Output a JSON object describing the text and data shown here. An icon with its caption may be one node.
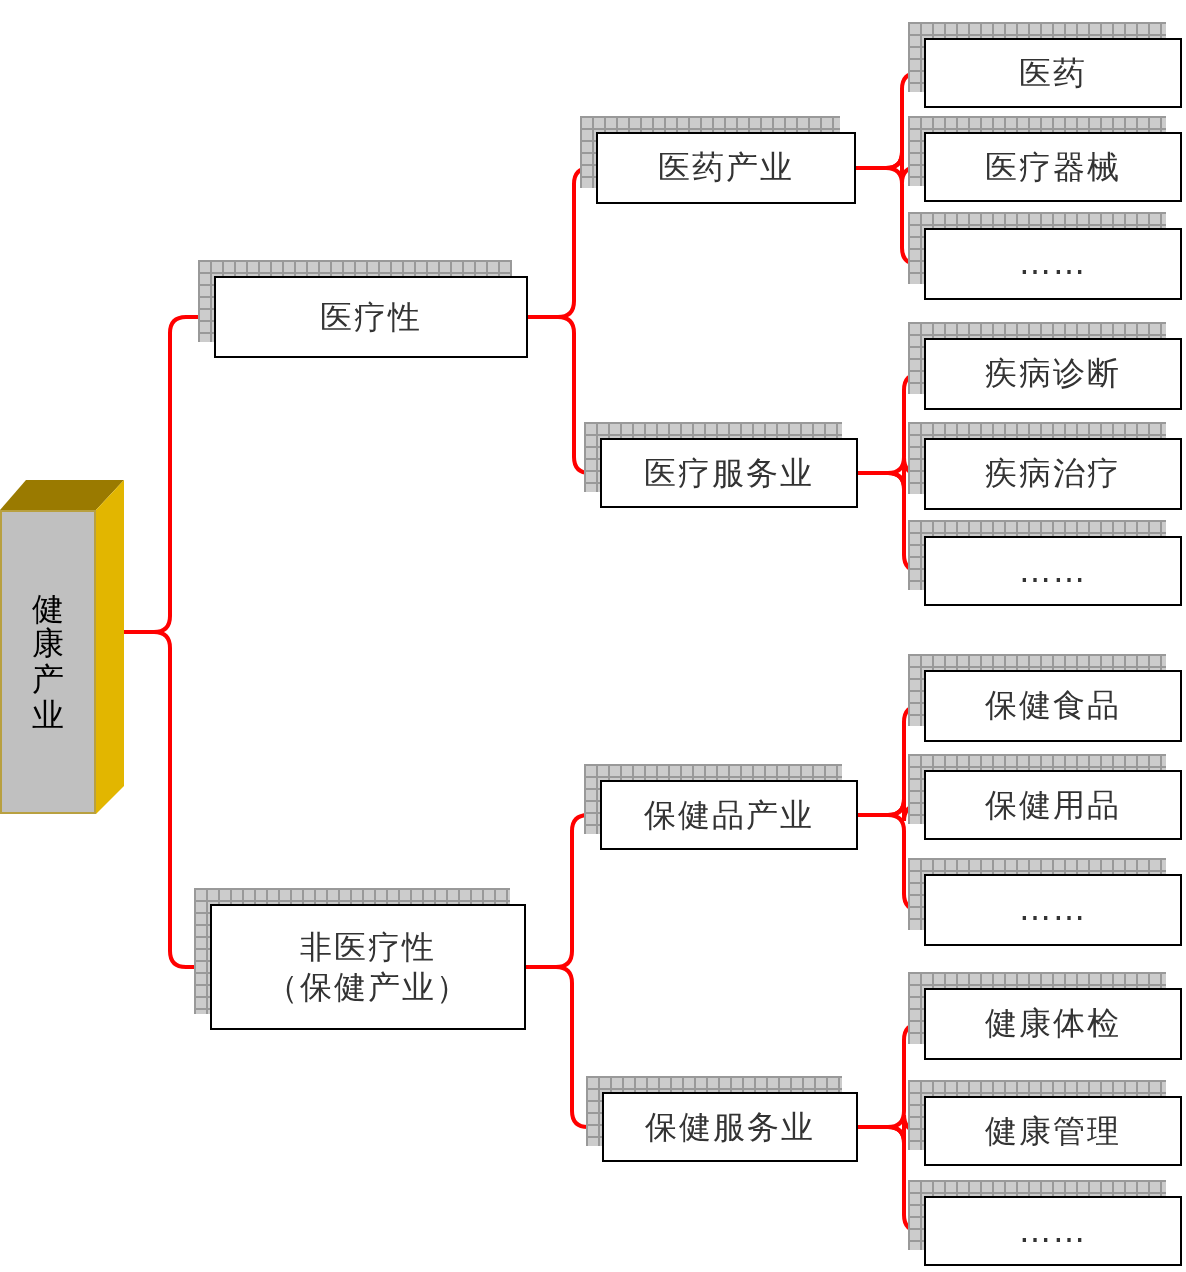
{
  "diagram": {
    "nodes": [
      {
        "text": [
          "健康产业"
        ]
      },
      {
        "text": [
          "医疗性"
        ]
      },
      {
        "text": [
          "医药产业"
        ]
      },
      {
        "text": [
          "医药"
        ]
      },
      {
        "text": [
          "医疗器械"
        ]
      },
      {
        "text": [
          "……"
        ]
      },
      {
        "text": [
          "医疗服务业"
        ]
      },
      {
        "text": [
          "疾病诊断"
        ]
      },
      {
        "text": [
          "疾病治疗"
        ]
      },
      {
        "text": [
          "……"
        ]
      },
      {
        "text": [
          "非医疗性",
          "（保健产业）"
        ]
      },
      {
        "text": [
          "保健品产业"
        ]
      },
      {
        "text": [
          "保健食品"
        ]
      },
      {
        "text": [
          "保健用品"
        ]
      },
      {
        "text": [
          "……"
        ]
      },
      {
        "text": [
          "保健服务业"
        ]
      },
      {
        "text": [
          "健康体检"
        ]
      },
      {
        "text": [
          "健康管理"
        ]
      },
      {
        "text": [
          "……"
        ]
      }
    ],
    "edges": [
      {
        "from": 0,
        "to": 1,
        "arrow": "none",
        "color": "#ff0000"
      },
      {
        "from": 0,
        "to": 10,
        "arrow": "none",
        "color": "#ff0000"
      },
      {
        "from": 1,
        "to": 2,
        "arrow": "none",
        "color": "#ff0000"
      },
      {
        "from": 1,
        "to": 6,
        "arrow": "none",
        "color": "#ff0000"
      },
      {
        "from": 2,
        "to": 3,
        "arrow": "none",
        "color": "#ff0000"
      },
      {
        "from": 2,
        "to": 4,
        "arrow": "none",
        "color": "#ff0000"
      },
      {
        "from": 2,
        "to": 5,
        "arrow": "none",
        "color": "#ff0000"
      },
      {
        "from": 6,
        "to": 7,
        "arrow": "none",
        "color": "#ff0000"
      },
      {
        "from": 6,
        "to": 8,
        "arrow": "none",
        "color": "#ff0000"
      },
      {
        "from": 6,
        "to": 9,
        "arrow": "none",
        "color": "#ff0000"
      },
      {
        "from": 10,
        "to": 11,
        "arrow": "none",
        "color": "#ff0000"
      },
      {
        "from": 10,
        "to": 15,
        "arrow": "none",
        "color": "#ff0000"
      },
      {
        "from": 11,
        "to": 12,
        "arrow": "none",
        "color": "#ff0000"
      },
      {
        "from": 11,
        "to": 13,
        "arrow": "none",
        "color": "#ff0000"
      },
      {
        "from": 11,
        "to": 14,
        "arrow": "none",
        "color": "#ff0000"
      },
      {
        "from": 15,
        "to": 16,
        "arrow": "none",
        "color": "#ff0000"
      },
      {
        "from": 15,
        "to": 17,
        "arrow": "none",
        "color": "#ff0000"
      },
      {
        "from": 15,
        "to": 18,
        "arrow": "none",
        "color": "#ff0000"
      }
    ]
  }
}
